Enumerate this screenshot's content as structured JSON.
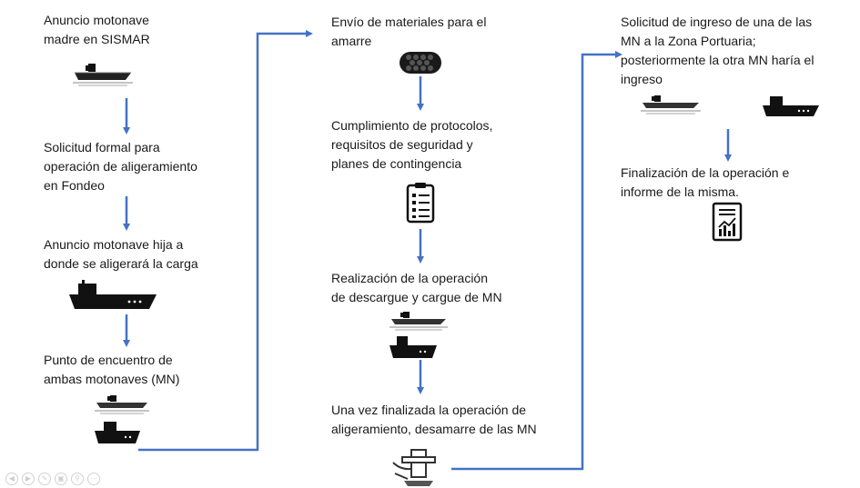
{
  "diagram": {
    "steps": [
      {
        "id": "s1",
        "text": "Anuncio motonave\nmadre en SISMAR"
      },
      {
        "id": "s2",
        "text": "Solicitud formal para\noperación de aligeramiento\nen Fondeo"
      },
      {
        "id": "s3",
        "text": "Anuncio motonave hija a\ndonde se aligerará la carga"
      },
      {
        "id": "s4",
        "text": "Punto de encuentro de\nambas motonaves (MN)"
      },
      {
        "id": "s5",
        "text": "Envío de materiales para el\namarre"
      },
      {
        "id": "s6",
        "text": "Cumplimiento de protocolos,\nrequisitos de seguridad y\nplanes de contingencia"
      },
      {
        "id": "s7",
        "text": "Realización de la operación\nde descargue y cargue de MN"
      },
      {
        "id": "s8",
        "text": "Una vez finalizada la operación de\naligeramiento, desamarre de las MN"
      },
      {
        "id": "s9",
        "text": "Solicitud de ingreso de una de las\nMN a la Zona Portuaria;\nposteriormente la otra MN haría el\ningreso"
      },
      {
        "id": "s10",
        "text": "Finalización de la operación e\ninforme de la misma."
      }
    ],
    "icons": [
      "tanker-ship-icon",
      "cargo-ship-icon",
      "fender-icon",
      "checklist-icon",
      "mooring-bollard-icon",
      "report-chart-icon"
    ],
    "colors": {
      "arrow": "#4472c4",
      "icon": "#111111",
      "text": "#1a1a1a"
    }
  },
  "viewer_controls": [
    "prev-icon",
    "next-icon",
    "pen-icon",
    "screen-icon",
    "zoom-icon",
    "menu-icon"
  ]
}
